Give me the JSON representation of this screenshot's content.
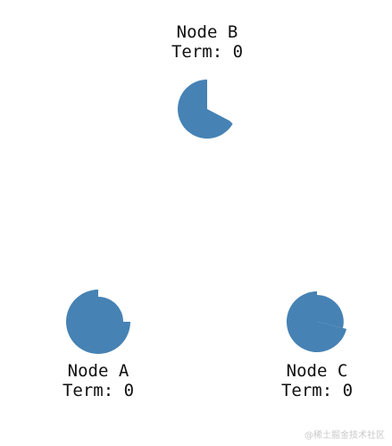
{
  "nodes": [
    {
      "name": "Node B",
      "term_label": "Term: 0",
      "color": "#4682b4"
    },
    {
      "name": "Node A",
      "term_label": "Term: 0",
      "color": "#4682b4"
    },
    {
      "name": "Node C",
      "term_label": "Term: 0",
      "color": "#4682b4"
    }
  ],
  "watermark": "@稀土掘金技术社区"
}
